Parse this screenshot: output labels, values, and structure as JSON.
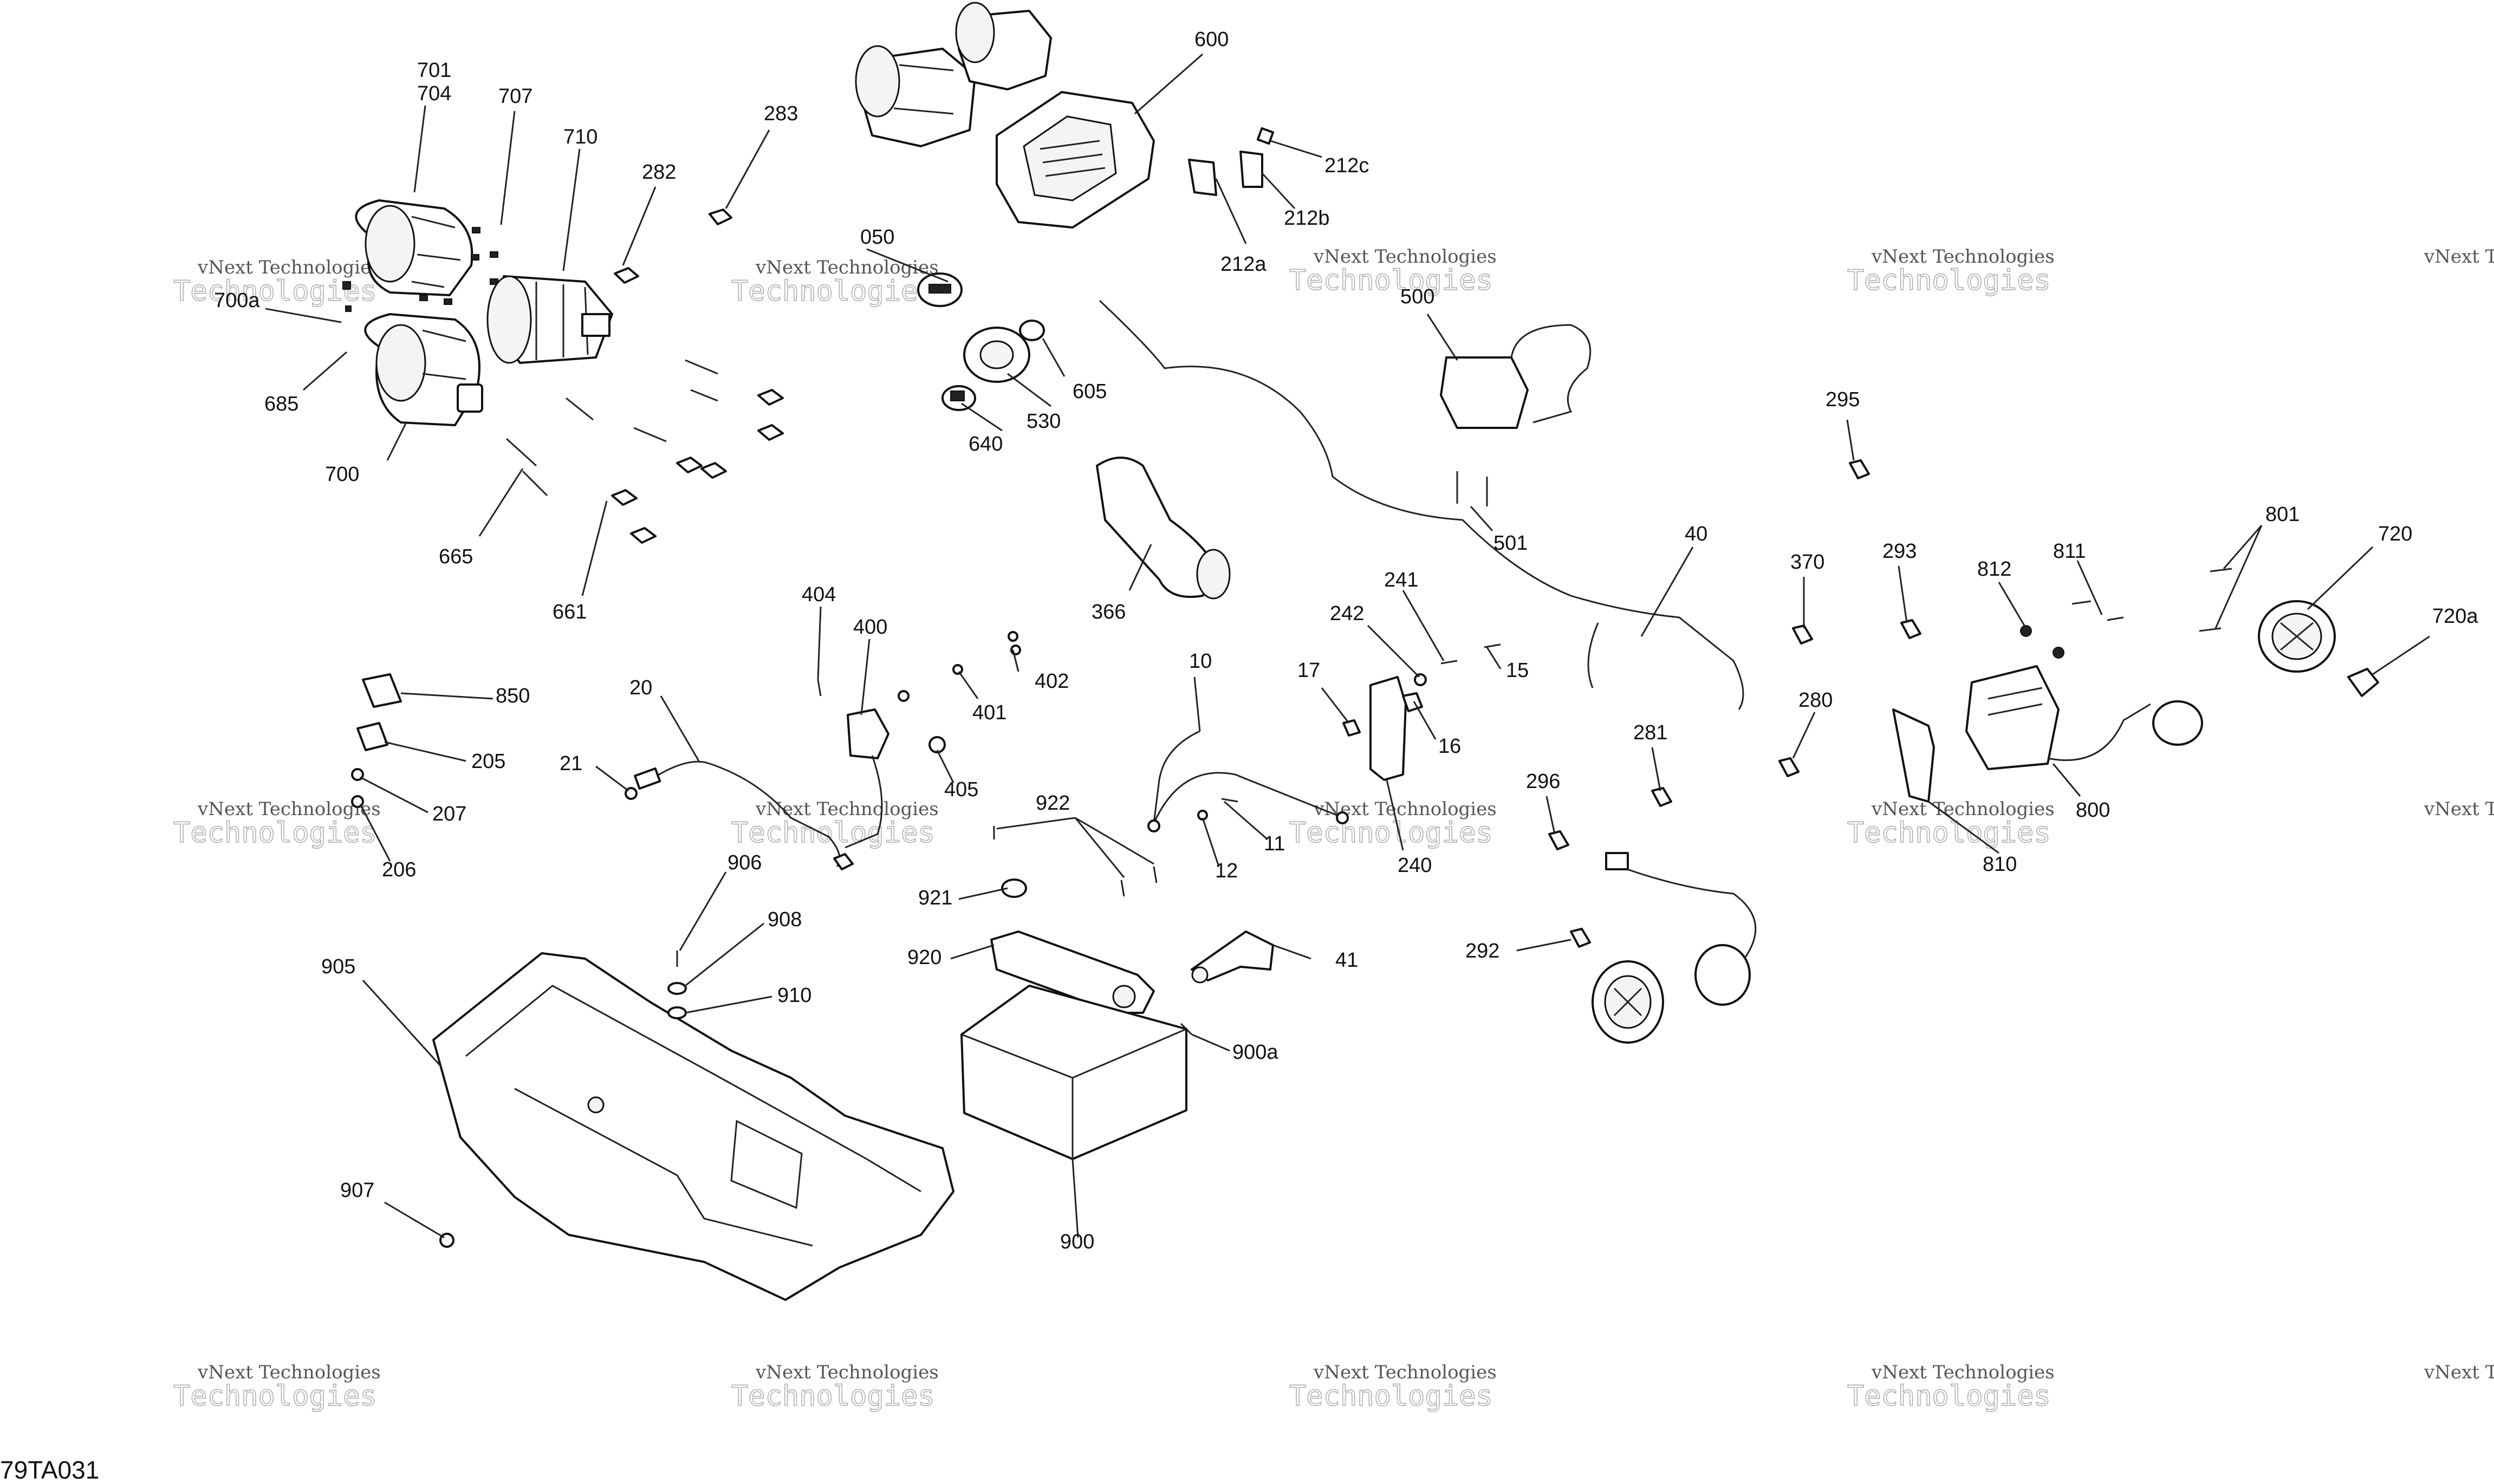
{
  "diagram": {
    "reference": "79TA031",
    "watermark_line1": "vNext Technologies",
    "watermark_line2": "Technologies",
    "labels": [
      "701",
      "704",
      "707",
      "710",
      "282",
      "283",
      "600",
      "212c",
      "212b",
      "212a",
      "050",
      "500",
      "605",
      "530",
      "640",
      "700a",
      "685",
      "700",
      "665",
      "661",
      "366",
      "501",
      "40",
      "295",
      "370",
      "293",
      "812",
      "811",
      "801",
      "720",
      "720a",
      "241",
      "242",
      "15",
      "17",
      "16",
      "240",
      "10",
      "11",
      "12",
      "404",
      "400",
      "401",
      "402",
      "405",
      "850",
      "205",
      "207",
      "206",
      "20",
      "21",
      "922",
      "921",
      "920",
      "41",
      "900a",
      "900",
      "906",
      "908",
      "910",
      "905",
      "907",
      "280",
      "281",
      "296",
      "292",
      "800",
      "810"
    ]
  }
}
